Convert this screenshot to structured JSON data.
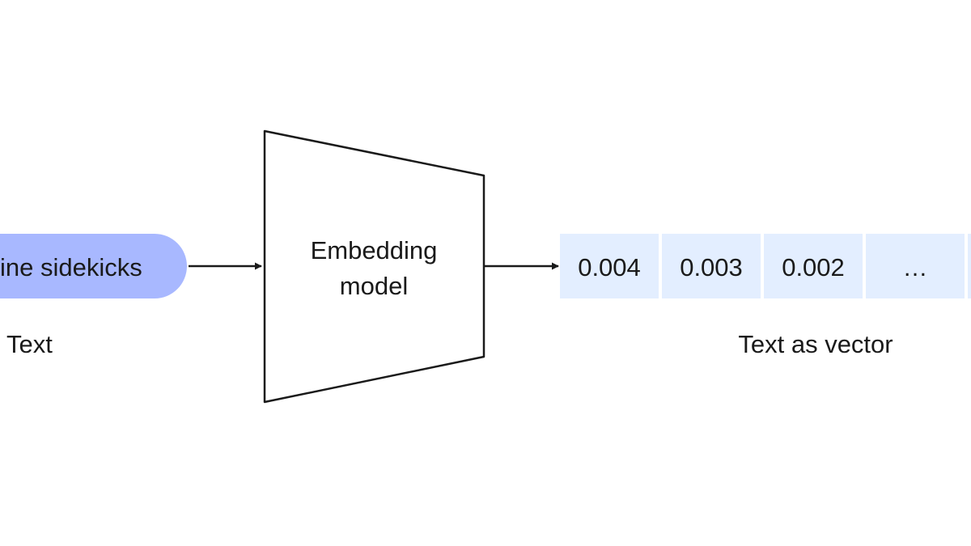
{
  "input": {
    "text": "ine sidekicks",
    "caption": "Text"
  },
  "model": {
    "label_line1": "Embedding",
    "label_line2": "model"
  },
  "vector": {
    "cells": [
      "0.004",
      "0.003",
      "0.002",
      "…",
      ""
    ],
    "caption": "Text as vector"
  },
  "colors": {
    "pill_fill": "#a8b8ff",
    "cell_fill": "#e3eeff",
    "stroke": "#1a1a1a",
    "background": "#ffffff"
  }
}
